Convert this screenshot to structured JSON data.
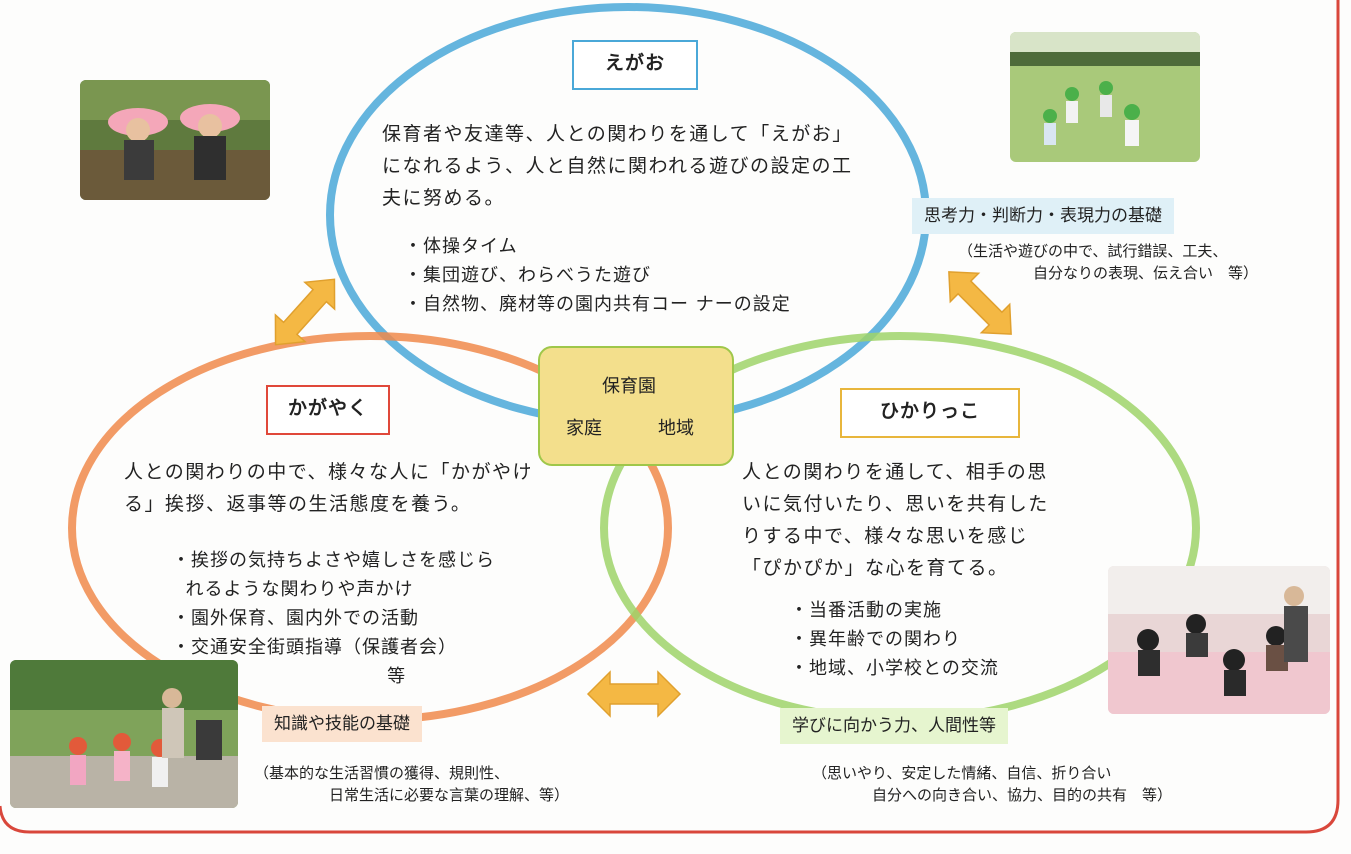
{
  "colors": {
    "egao_circle": "#4aa8d8",
    "kagayaku_circle": "#f08a4b",
    "hikarikko_circle": "#9fd36a",
    "arrow": "#f4b844",
    "frame": "#d9473b",
    "center_box": "#f3df8c"
  },
  "center": {
    "top": "保育園",
    "left": "家庭",
    "right": "地域"
  },
  "egao": {
    "title": "えがお",
    "description": "保育者や友達等、人との関わりを通して「えがお」になれるよう、人と自然に関われる遊びの設定の工夫に努める。",
    "items": [
      "・体操タイム",
      "・集団遊び、わらべうた遊び",
      "・自然物、廃材等の園内共有コー ナーの設定"
    ]
  },
  "kagayaku": {
    "title": "かがやく",
    "description": "人との関わりの中で、様々な人に「かがやける」挨拶、返事等の生活態度を養う。",
    "items": [
      "・挨拶の気持ちよさや嬉しさを感じら",
      "  れるような関わりや声かけ",
      "・園外保育、園内外での活動",
      "・交通安全街頭指導（保護者会）",
      "                                等"
    ]
  },
  "hikarikko": {
    "title": "ひかりっこ",
    "description": "人との関わりを通して、相手の思いに気付いたり、思いを共有したりする中で、様々な思いを感じ「ぴかぴか」な心を育てる。",
    "items": [
      "・当番活動の実施",
      "・異年齢での関わり",
      "・地域、小学校との交流"
    ]
  },
  "pillars": {
    "thinking": {
      "label": "思考力・判断力・表現力の基礎",
      "note": "（生活や遊びの中で、試行錯誤、工夫、\n　　　　　自分なりの表現、伝え合い　等）"
    },
    "knowledge": {
      "label": "知識や技能の基礎",
      "note": "（基本的な生活習慣の獲得、規則性、\n　　　　　日常生活に必要な言葉の理解、等）"
    },
    "learning": {
      "label": "学びに向かう力、人間性等",
      "note": "（思いやり、安定した情緒、自信、折り合い\n　　　　自分への向き合い、協力、目的の共有　等）"
    }
  }
}
